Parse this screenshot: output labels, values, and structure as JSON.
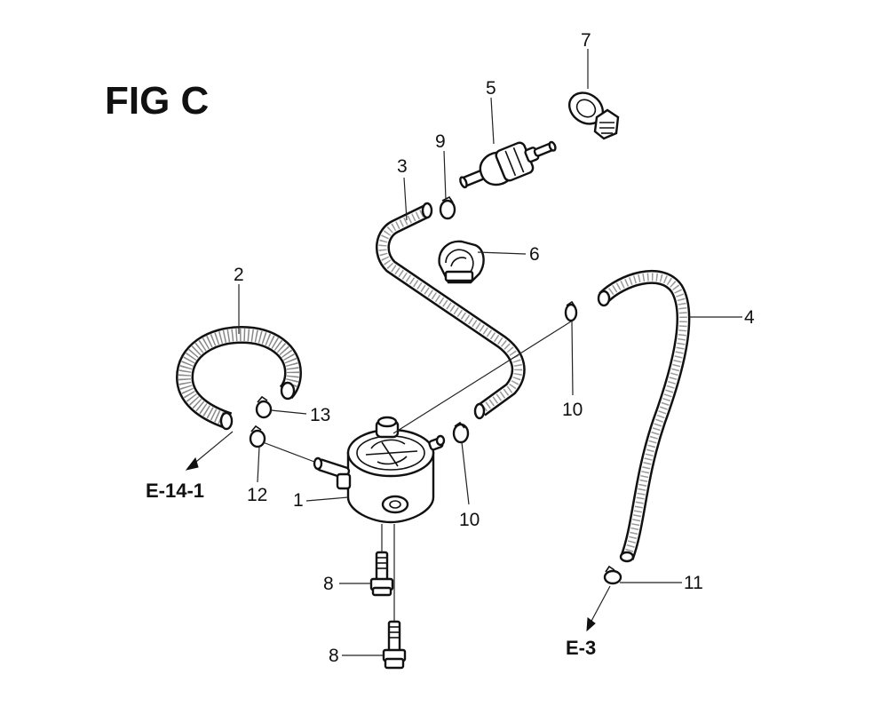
{
  "figure": {
    "title": "FIG C"
  },
  "callouts": [
    {
      "id": "c1",
      "label": "1"
    },
    {
      "id": "c2",
      "label": "2"
    },
    {
      "id": "c3",
      "label": "3"
    },
    {
      "id": "c4",
      "label": "4"
    },
    {
      "id": "c5",
      "label": "5"
    },
    {
      "id": "c6",
      "label": "6"
    },
    {
      "id": "c7",
      "label": "7"
    },
    {
      "id": "c8a",
      "label": "8"
    },
    {
      "id": "c8b",
      "label": "8"
    },
    {
      "id": "c9",
      "label": "9"
    },
    {
      "id": "c10a",
      "label": "10"
    },
    {
      "id": "c10b",
      "label": "10"
    },
    {
      "id": "c11",
      "label": "11"
    },
    {
      "id": "c12",
      "label": "12"
    },
    {
      "id": "c13",
      "label": "13"
    }
  ],
  "references": [
    {
      "id": "r1",
      "label": "E-14-1"
    },
    {
      "id": "r2",
      "label": "E-3"
    }
  ]
}
